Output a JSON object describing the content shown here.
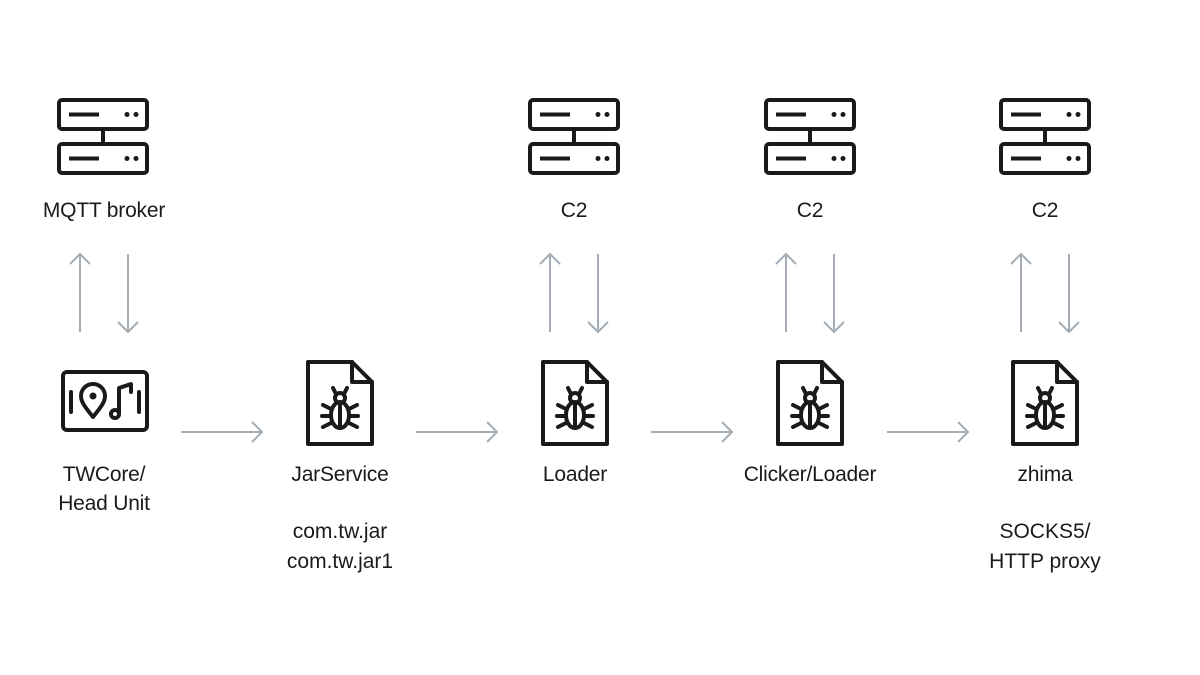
{
  "servers": [
    {
      "label": "MQTT broker",
      "icon": "server-icon"
    },
    {
      "label": "C2",
      "icon": "server-icon"
    },
    {
      "label": "C2",
      "icon": "server-icon"
    },
    {
      "label": "C2",
      "icon": "server-icon"
    }
  ],
  "nodes": [
    {
      "label_line1": "TWCore/",
      "label_line2": "Head Unit",
      "icon": "head-unit-icon"
    },
    {
      "label": "JarService",
      "sub_line1": "com.tw.jar",
      "sub_line2": "com.tw.jar1",
      "icon": "malware-file-icon"
    },
    {
      "label": "Loader",
      "icon": "malware-file-icon"
    },
    {
      "label": "Clicker/Loader",
      "icon": "malware-file-icon"
    },
    {
      "label": "zhima",
      "sub_line1": "SOCKS5/",
      "sub_line2": "HTTP proxy",
      "icon": "malware-file-icon"
    }
  ],
  "colors": {
    "stroke": "#1a1a1a",
    "arrow": "#a4adb5"
  }
}
